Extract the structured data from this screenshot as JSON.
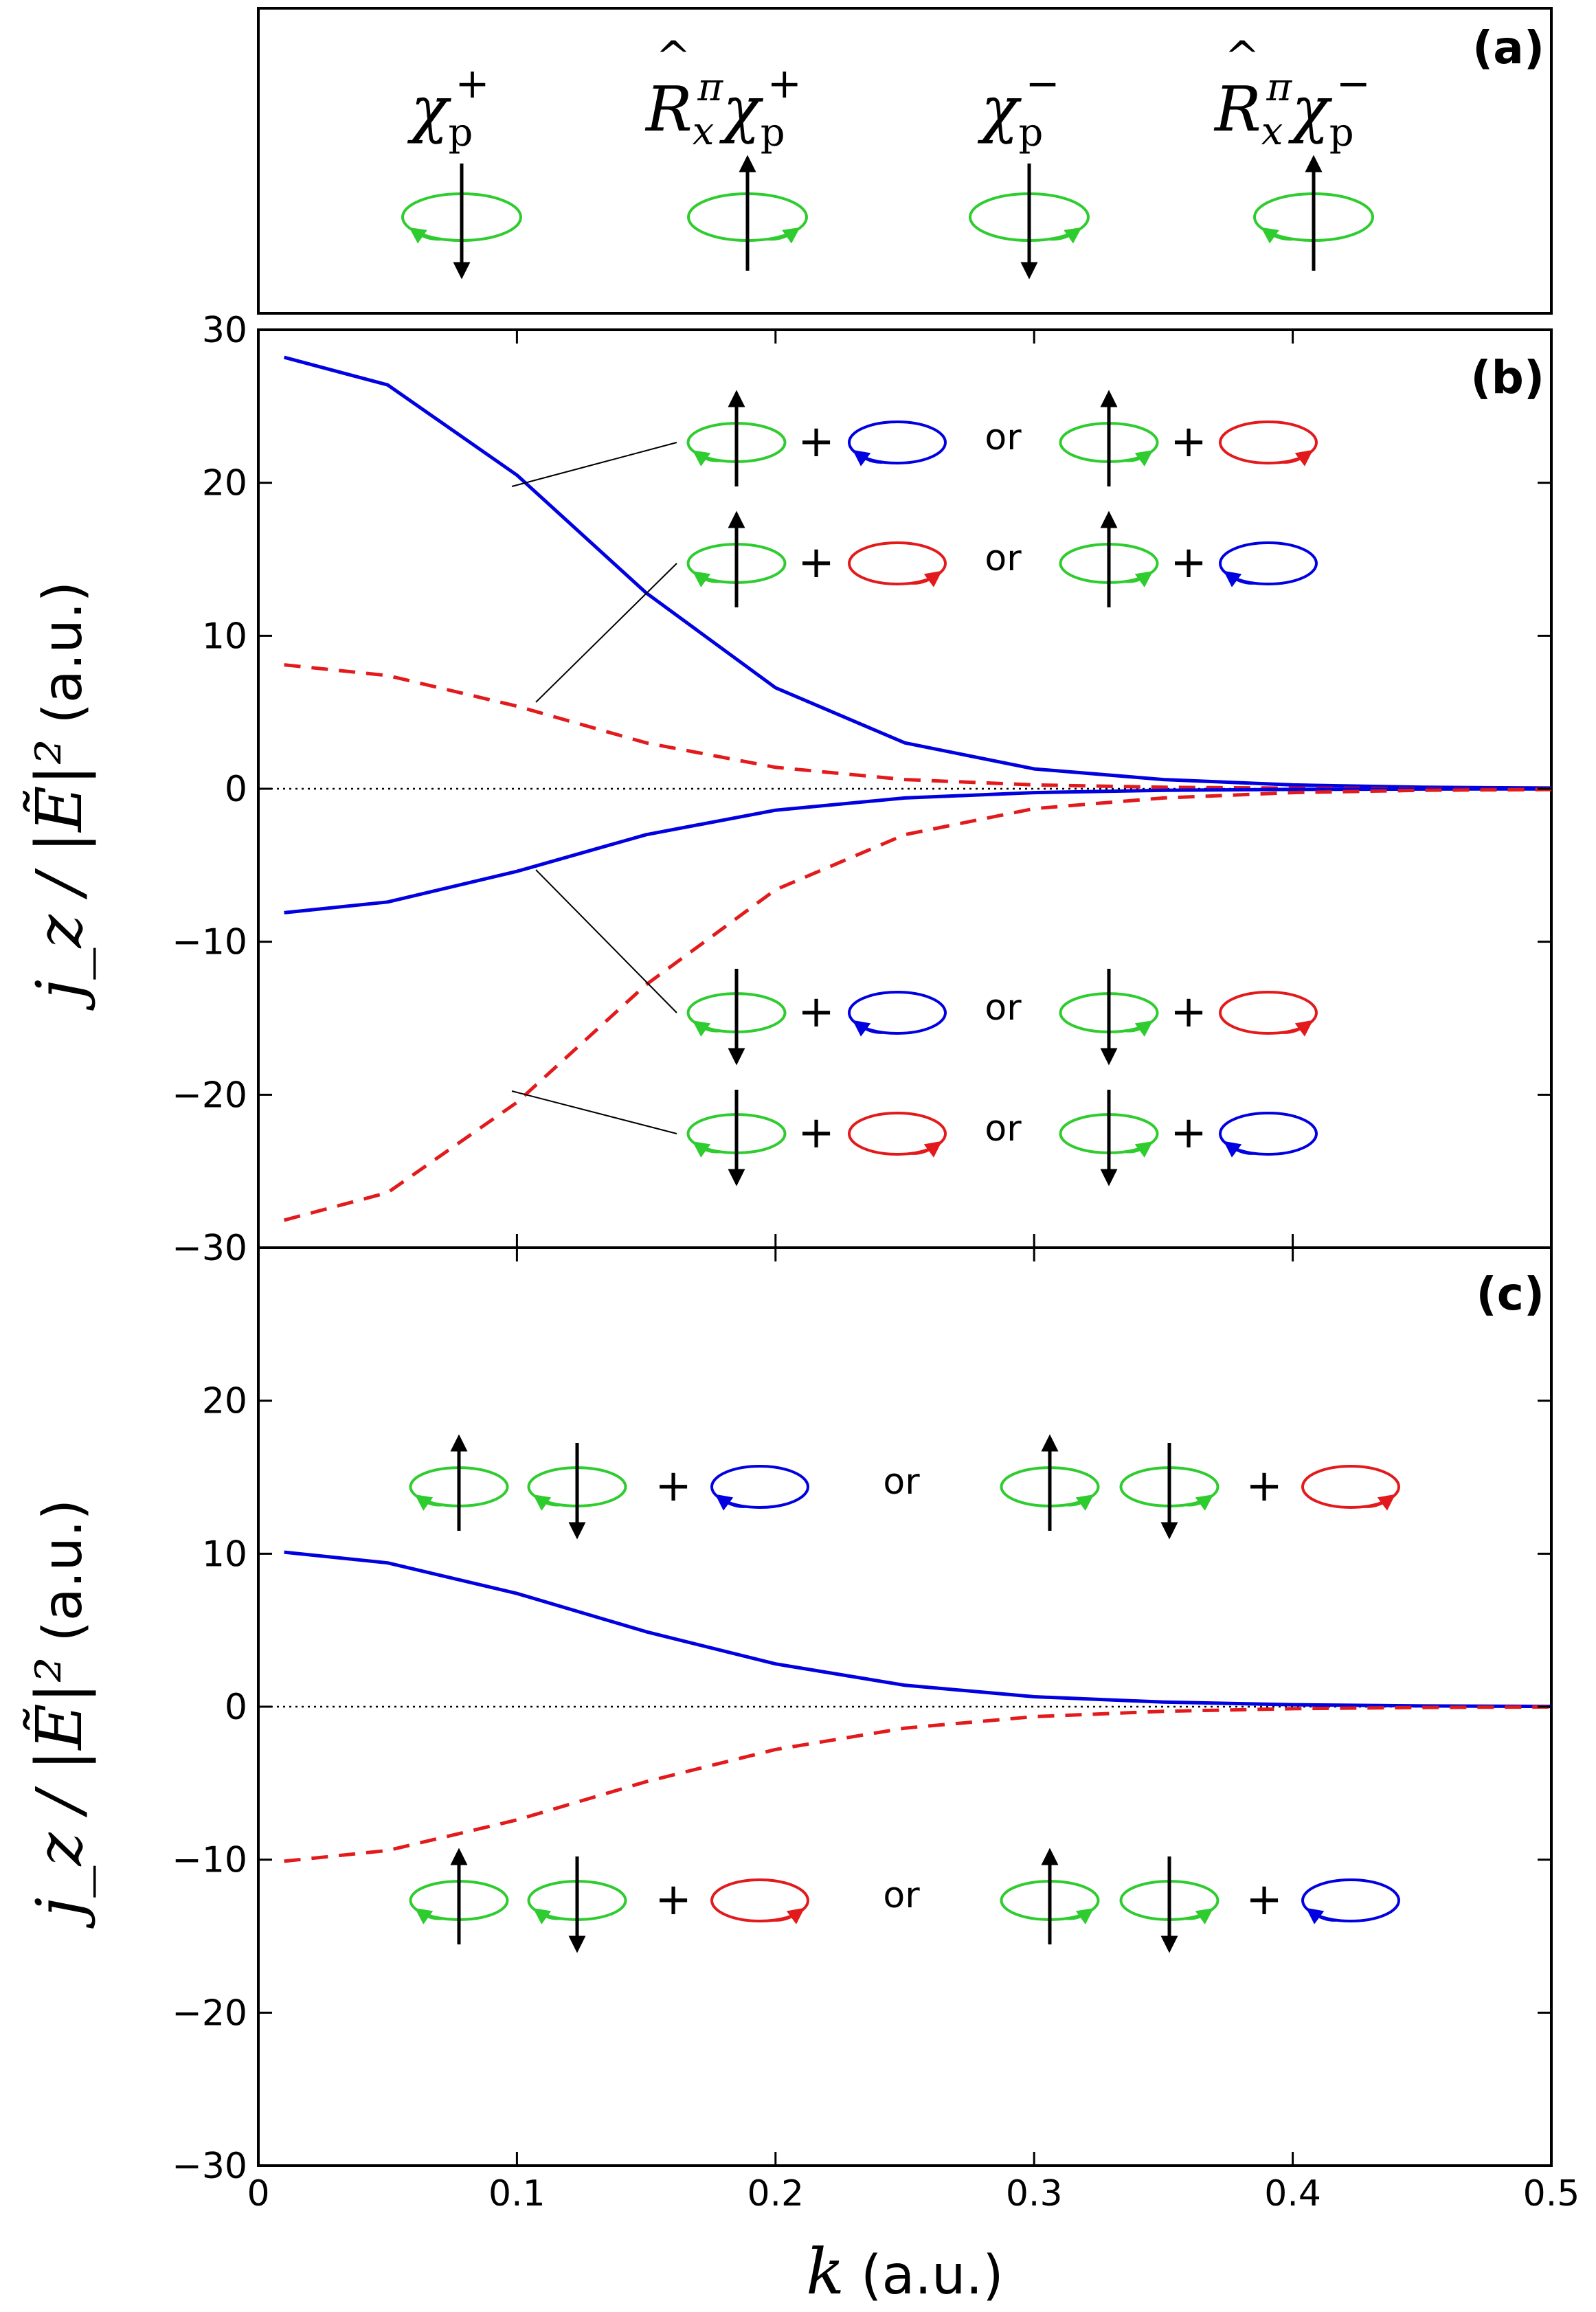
{
  "panels": {
    "a": {
      "label": "(a)",
      "states": [
        {
          "name": "χp+",
          "spin": "down",
          "rot": "ccw"
        },
        {
          "name": "R̂xπ χp+",
          "spin": "up",
          "rot": "cw"
        },
        {
          "name": "χp−",
          "spin": "down",
          "rot": "cw"
        },
        {
          "name": "R̂xπ χp−",
          "spin": "up",
          "rot": "ccw"
        }
      ]
    },
    "b": {
      "label": "(b)"
    },
    "c": {
      "label": "(c)"
    }
  },
  "connector_text": "or",
  "plus_text": "+",
  "axes": {
    "ylabel_math": "j_z / |Ẽ|²",
    "ylabel_unit": "(a.u.)",
    "xlabel_var": "k",
    "xlabel_unit": "(a.u.)",
    "y_ticks": [
      "30",
      "20",
      "10",
      "0",
      "−10",
      "−20",
      "−30"
    ],
    "x_ticks": [
      "0",
      "0.1",
      "0.2",
      "0.3",
      "0.4",
      "0.5"
    ]
  },
  "colors": {
    "blue": "#0000e0",
    "red": "#e31a1c",
    "green": "#2ecc2e",
    "black": "#000000"
  },
  "chart_data": [
    {
      "type": "line",
      "panel": "b",
      "xlim": [
        0,
        0.5
      ],
      "ylim": [
        -30,
        30
      ],
      "x": [
        0.01,
        0.05,
        0.1,
        0.15,
        0.2,
        0.25,
        0.3,
        0.35,
        0.4,
        0.45,
        0.5
      ],
      "series": [
        {
          "style": "solid",
          "color": "blue",
          "values": [
            28.2,
            26.4,
            20.5,
            12.8,
            6.6,
            3.0,
            1.3,
            0.6,
            0.25,
            0.1,
            0.05
          ]
        },
        {
          "style": "dashed",
          "color": "red",
          "values": [
            8.1,
            7.4,
            5.4,
            3.0,
            1.4,
            0.6,
            0.25,
            0.1,
            0.04,
            0.02,
            0.01
          ]
        },
        {
          "style": "solid",
          "color": "blue",
          "values": [
            -8.1,
            -7.4,
            -5.4,
            -3.0,
            -1.4,
            -0.6,
            -0.25,
            -0.1,
            -0.04,
            -0.02,
            -0.01
          ]
        },
        {
          "style": "dashed",
          "color": "red",
          "values": [
            -28.2,
            -26.4,
            -20.5,
            -12.8,
            -6.6,
            -3.0,
            -1.3,
            -0.6,
            -0.25,
            -0.1,
            -0.05
          ]
        }
      ],
      "annotations": [
        {
          "points_to_series": 0,
          "left": [
            {
              "spin": "up",
              "rot": "ccw"
            }
          ],
          "ring": {
            "color": "blue",
            "dir": "ccw"
          },
          "right": [
            {
              "spin": "up",
              "rot": "cw"
            }
          ],
          "ring2": {
            "color": "red",
            "dir": "cw"
          }
        },
        {
          "points_to_series": 1,
          "left": [
            {
              "spin": "up",
              "rot": "ccw"
            }
          ],
          "ring": {
            "color": "red",
            "dir": "cw"
          },
          "right": [
            {
              "spin": "up",
              "rot": "cw"
            }
          ],
          "ring2": {
            "color": "blue",
            "dir": "ccw"
          }
        },
        {
          "points_to_series": 2,
          "left": [
            {
              "spin": "down",
              "rot": "ccw"
            }
          ],
          "ring": {
            "color": "blue",
            "dir": "ccw"
          },
          "right": [
            {
              "spin": "down",
              "rot": "cw"
            }
          ],
          "ring2": {
            "color": "red",
            "dir": "cw"
          }
        },
        {
          "points_to_series": 3,
          "left": [
            {
              "spin": "down",
              "rot": "ccw"
            }
          ],
          "ring": {
            "color": "red",
            "dir": "cw"
          },
          "right": [
            {
              "spin": "down",
              "rot": "cw"
            }
          ],
          "ring2": {
            "color": "blue",
            "dir": "ccw"
          }
        }
      ]
    },
    {
      "type": "line",
      "panel": "c",
      "xlim": [
        0,
        0.5
      ],
      "ylim": [
        -30,
        30
      ],
      "x": [
        0.01,
        0.05,
        0.1,
        0.15,
        0.2,
        0.25,
        0.3,
        0.35,
        0.4,
        0.45,
        0.5
      ],
      "series": [
        {
          "style": "solid",
          "color": "blue",
          "values": [
            10.1,
            9.4,
            7.4,
            4.9,
            2.8,
            1.4,
            0.65,
            0.3,
            0.13,
            0.05,
            0.02
          ]
        },
        {
          "style": "dashed",
          "color": "red",
          "values": [
            -10.1,
            -9.4,
            -7.4,
            -4.9,
            -2.8,
            -1.4,
            -0.65,
            -0.3,
            -0.13,
            -0.05,
            -0.02
          ]
        }
      ],
      "annotations": [
        {
          "left": [
            {
              "spin": "up",
              "rot": "ccw"
            },
            {
              "spin": "down",
              "rot": "ccw"
            }
          ],
          "ring": {
            "color": "blue",
            "dir": "ccw"
          },
          "right": [
            {
              "spin": "up",
              "rot": "cw"
            },
            {
              "spin": "down",
              "rot": "cw"
            }
          ],
          "ring2": {
            "color": "red",
            "dir": "cw"
          }
        },
        {
          "left": [
            {
              "spin": "up",
              "rot": "ccw"
            },
            {
              "spin": "down",
              "rot": "ccw"
            }
          ],
          "ring": {
            "color": "red",
            "dir": "cw"
          },
          "right": [
            {
              "spin": "up",
              "rot": "cw"
            },
            {
              "spin": "down",
              "rot": "cw"
            }
          ],
          "ring2": {
            "color": "blue",
            "dir": "ccw"
          }
        }
      ]
    }
  ]
}
